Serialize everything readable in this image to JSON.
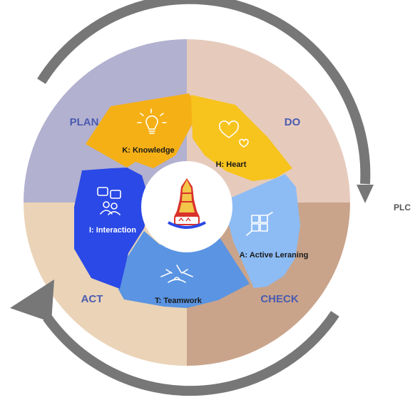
{
  "cycle": {
    "plan": "PLAN",
    "do": "DO",
    "check": "CHECK",
    "act": "ACT"
  },
  "segments": {
    "knowledge": "K: Knowledge",
    "heart": "H: Heart",
    "active": "A: Active Leraning",
    "teamwork": "T: Teamwork",
    "interaction": "I: Interaction"
  },
  "side_label": "PLC",
  "colors": {
    "plan": "#b3b1d0",
    "do": "#e6cbbd",
    "check": "#c9a48b",
    "act": "#ead3b7",
    "knowledge": "#f5b016",
    "heart": "#f7c31d",
    "active": "#8dbcf5",
    "teamwork": "#5a94e2",
    "interaction": "#2a49e6",
    "arrow": "#777777",
    "label": "#4a5bb0"
  },
  "icons": {
    "knowledge": "lightbulb-icon",
    "heart": "hearts-icon",
    "active": "puzzle-hands-icon",
    "teamwork": "team-hands-icon",
    "interaction": "chat-people-icon",
    "center": "school-emblem-icon"
  }
}
